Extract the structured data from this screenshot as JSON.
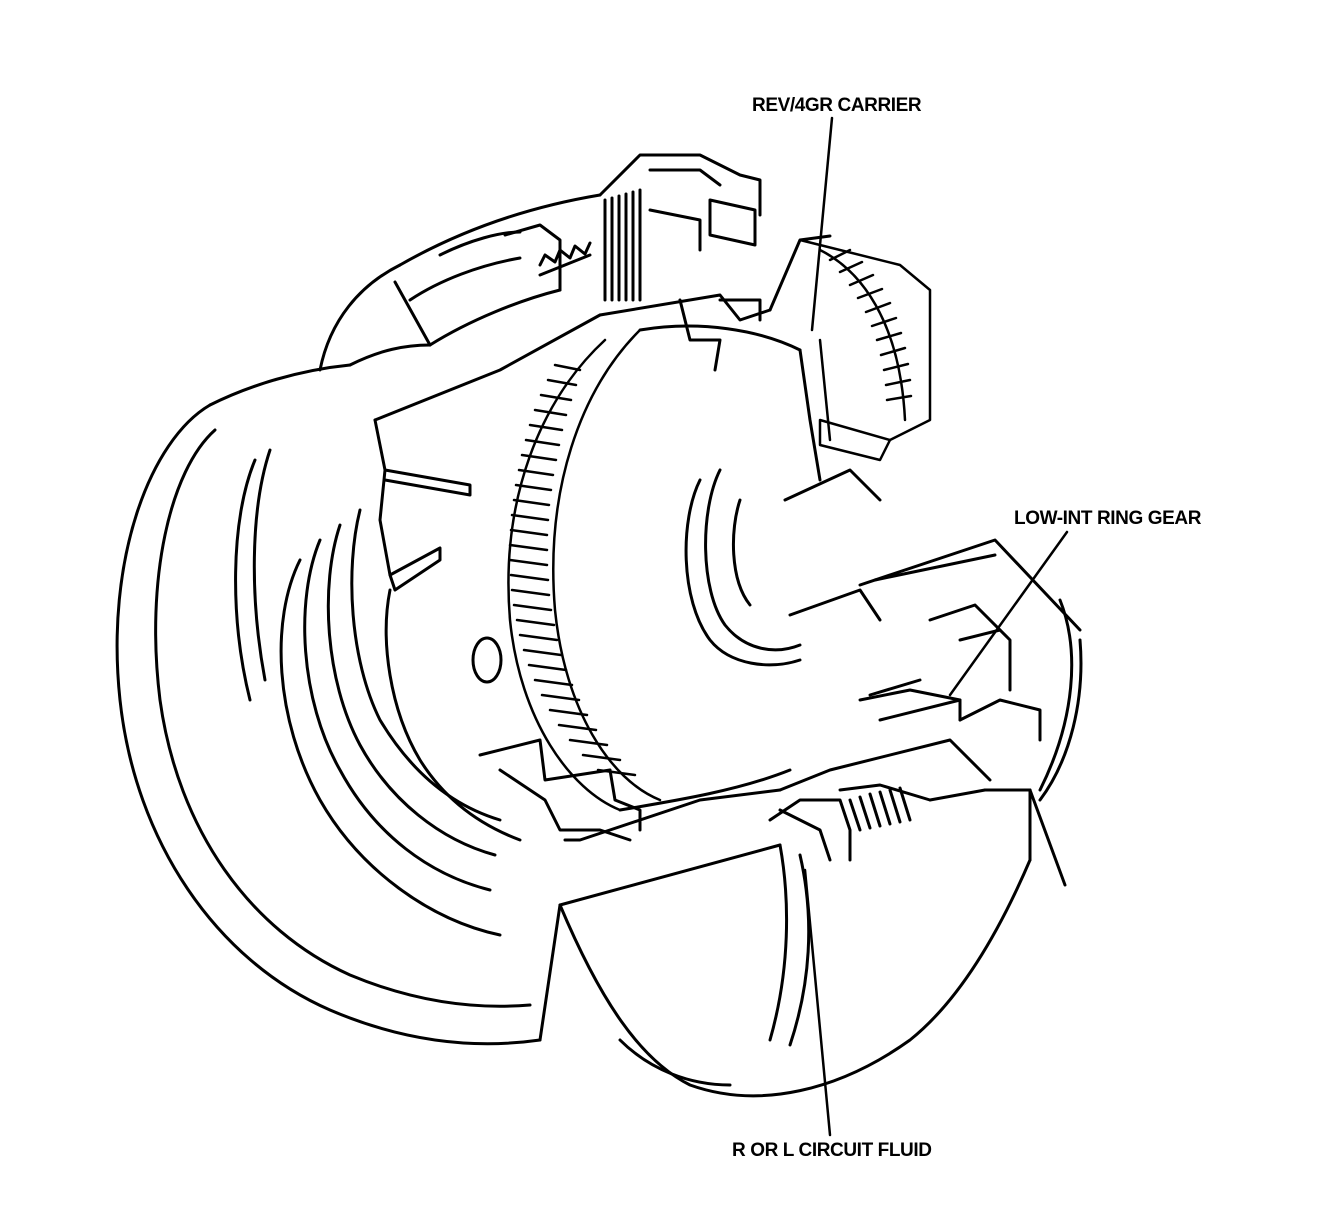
{
  "labels": {
    "rev4gr_carrier": "REV/4GR CARRIER",
    "low_int_ring_gear": "LOW-INT RING GEAR",
    "r_or_l_circuit_fluid": "R OR L CIRCUIT FLUID"
  },
  "colors": {
    "line": "#000000",
    "background": "#ffffff"
  }
}
